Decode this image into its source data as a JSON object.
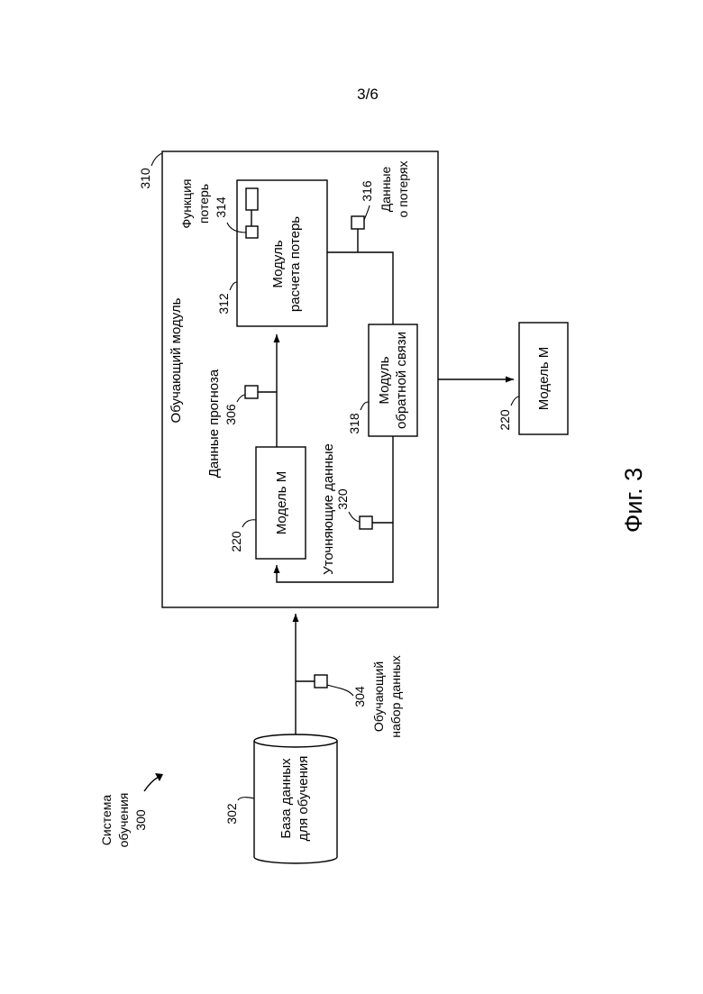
{
  "page_number": "3/6",
  "figure_caption": "Фиг. 3",
  "system": {
    "label_line1": "Система",
    "label_line2": "обучения",
    "ref": "300"
  },
  "database": {
    "label_line1": "База данных",
    "label_line2": "для обучения",
    "ref": "302"
  },
  "training_dataset": {
    "label_line1": "Обучающий",
    "label_line2": "набор данных",
    "ref": "304"
  },
  "training_module": {
    "label": "Обучающий модуль",
    "ref": "310"
  },
  "model_inner": {
    "label": "Модель М",
    "ref": "220"
  },
  "prediction_data": {
    "label": "Данные прогноза",
    "ref": "306"
  },
  "loss_module": {
    "label_line1": "Модуль",
    "label_line2": "расчета потерь",
    "ref": "312"
  },
  "loss_function": {
    "label_line1": "Функция",
    "label_line2": "потерь",
    "ref": "314"
  },
  "loss_data": {
    "label_line1": "Данные",
    "label_line2": "о потерях",
    "ref": "316"
  },
  "feedback_module": {
    "label_line1": "Модуль",
    "label_line2": "обратной связи",
    "ref": "318"
  },
  "refinement_data": {
    "label": "Уточняющие данные",
    "ref": "320"
  },
  "model_output": {
    "label": "Модель М",
    "ref": "220"
  }
}
